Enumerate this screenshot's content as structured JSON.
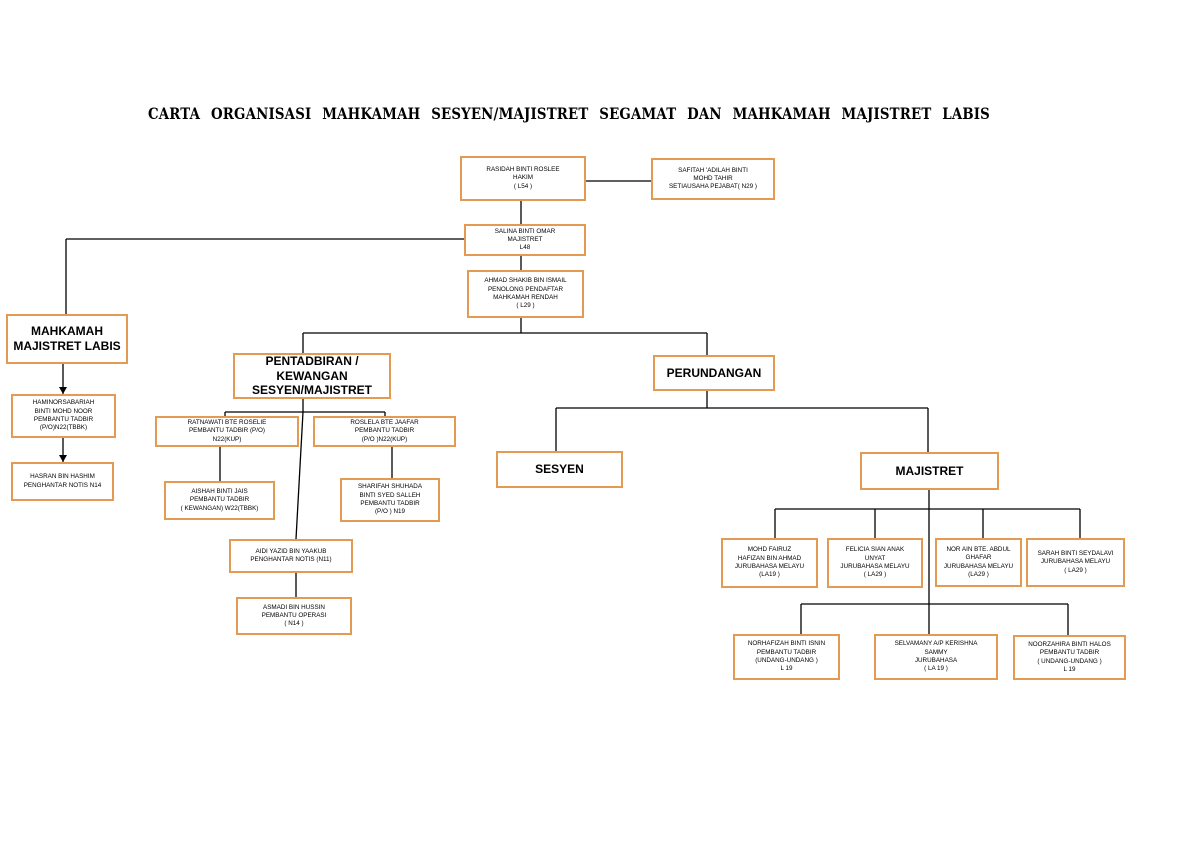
{
  "title": "CARTA ORGANISASI MAHKAMAH SESYEN/MAJISTRET SEGAMAT DAN MAHKAMAH MAJISTRET LABIS",
  "accent_color": "#e39b53",
  "line_color": "#000000",
  "boxes": {
    "hakim": [
      "RASIDAH BINTI ROSLEE",
      "HAKIM",
      "( L54 )"
    ],
    "setiausaha": [
      "SAFITAH 'ADILAH BINTI",
      "MOHD TAHIR",
      "SETIAUSAHA PEJABAT( N29 )"
    ],
    "majistret": [
      "SALINA BINTI OMAR",
      "MAJISTRET",
      "L48"
    ],
    "penolong": [
      "AHMAD SHAKIB BIN ISMAIL",
      "PENOLONG PENDAFTAR",
      "MAHKAMAH RENDAH",
      "( L29 )"
    ],
    "labis": [
      "MAHKAMAH",
      "MAJISTRET LABIS"
    ],
    "pentadbiran": [
      "PENTADBIRAN /",
      "KEWANGAN",
      "SESYEN/MAJISTRET"
    ],
    "perundangan": [
      "PERUNDANGAN"
    ],
    "haminor": [
      "HAMINORSABARIAH",
      "BINTI MOHD NOOR",
      "PEMBANTU TADBIR",
      "(P/O)N22(TBBK)"
    ],
    "hasran": [
      "HASRAN BIN HASHIM",
      "PENGHANTAR NOTIS N14"
    ],
    "ratnawati": [
      "RATNAWATI BTE ROSELIE",
      "PEMBANTU TADBIR (P/O)",
      "N22(KUP)"
    ],
    "roslela": [
      "ROSLELA BTE JAAFAR",
      "PEMBANTU TADBIR",
      "(P/O )N22(KUP)"
    ],
    "aishah": [
      "AISHAH BINTI JAIS",
      "PEMBANTU TADBIR",
      "( KEWANGAN) W22(TBBK)"
    ],
    "sharifah": [
      "SHARIFAH SHUHADA",
      "BINTI SYED SALLEH",
      "PEMBANTU TADBIR",
      "(P/O ) N19"
    ],
    "aidi": [
      "AIDI YAZID BIN YAAKUB",
      "PENGHANTAR NOTIS (N11)"
    ],
    "asmadi": [
      "ASMADI BIN HUSSIN",
      "PEMBANTU OPERASI",
      "( N14 )"
    ],
    "sesyen": [
      "SESYEN"
    ],
    "majistret2": [
      "MAJISTRET"
    ],
    "fairuz": [
      "MOHD FAIRUZ",
      "HAFIZAN BIN AHMAD",
      "JURUBAHASA MELAYU",
      "(LA19 )"
    ],
    "felicia": [
      "FELICIA SIAN ANAK",
      "UNYAT",
      "JURUBAHASA MELAYU",
      "( LA29 )"
    ],
    "norain": [
      "NOR AIN BTE. ABDUL",
      "GHAFAR",
      "JURUBAHASA MELAYU",
      "(LA29 )"
    ],
    "sarah": [
      "SARAH BINTI SEYDALAVI",
      "JURUBAHASA MELAYU",
      "( LA29 )"
    ],
    "norhafizah": [
      "NORHAFIZAH BINTI ISNIN",
      "PEMBANTU TADBIR",
      "(UNDANG-UNDANG )",
      "L 19"
    ],
    "selvamany": [
      "SELVAMANY A/P KERISHNA",
      "SAMMY",
      "JURUBAHASA",
      "( LA 19 )"
    ],
    "noorzahira": [
      "NOORZAHIRA BINTI HALOS",
      "PEMBANTU TADBIR",
      "( UNDANG-UNDANG )",
      "L 19"
    ]
  }
}
